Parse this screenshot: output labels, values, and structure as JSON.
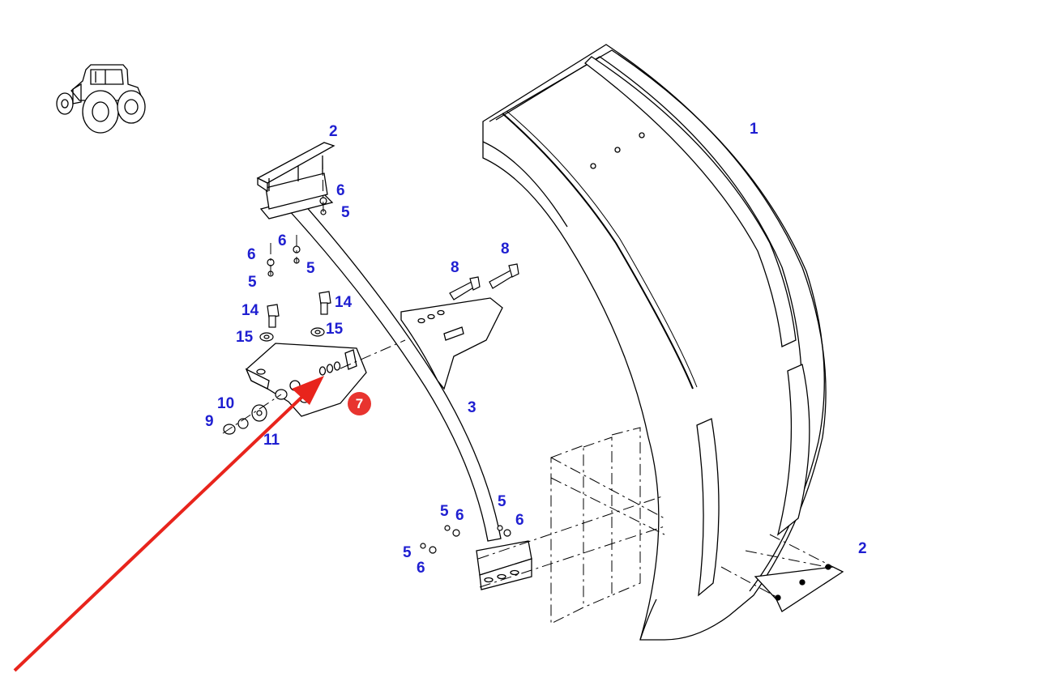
{
  "diagram": {
    "parts": {
      "fender": "1",
      "mud_flap_top": "2",
      "mud_flap_bottom": "2",
      "support_arm": "3",
      "nut_top_right": "5",
      "nut_left": "5",
      "nut_mid": "5",
      "nut_bottom_a": "5",
      "nut_bottom_b": "5",
      "nut_bottom_c": "5",
      "washer_top_right": "6",
      "washer_left": "6",
      "washer_mid": "6",
      "washer_bottom_a": "6",
      "washer_bottom_b": "6",
      "washer_bottom_c": "6",
      "highlighted_part": "7",
      "bolt_left": "8",
      "bolt_right": "8",
      "nut_9": "9",
      "washer_10": "10",
      "washer_11": "11",
      "bolt_14_left": "14",
      "bolt_14_right": "14",
      "washer_15_left": "15",
      "washer_15_right": "15"
    },
    "colors": {
      "label": "#1f1fd1",
      "badge": "#e8342f",
      "arrow": "#e8241c",
      "line": "#000000"
    },
    "icons": [
      "tractor-icon",
      "pointer-arrow-icon"
    ]
  }
}
